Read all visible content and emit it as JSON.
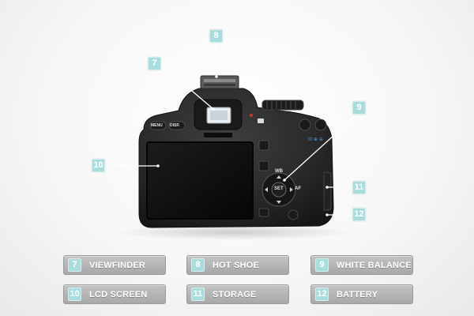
{
  "callouts": [
    {
      "number": "7",
      "label": "VIEWFINDER"
    },
    {
      "number": "8",
      "label": "HOT SHOE"
    },
    {
      "number": "9",
      "label": "WHITE BALANCE"
    },
    {
      "number": "10",
      "label": "LCD SCREEN"
    },
    {
      "number": "11",
      "label": "STORAGE"
    },
    {
      "number": "12",
      "label": "BATTERY"
    }
  ],
  "camera_buttons": {
    "menu": "MENU",
    "disp": "DISP.",
    "wb": "WB",
    "set": "SET",
    "af": "AF"
  },
  "colors": {
    "callout_fill": "#a9dcdc",
    "callout_line": "#ffffff",
    "legend_button": "#b4b4b4",
    "camera_body": "#2a2a2a",
    "lcd": "#0f0f0f"
  }
}
